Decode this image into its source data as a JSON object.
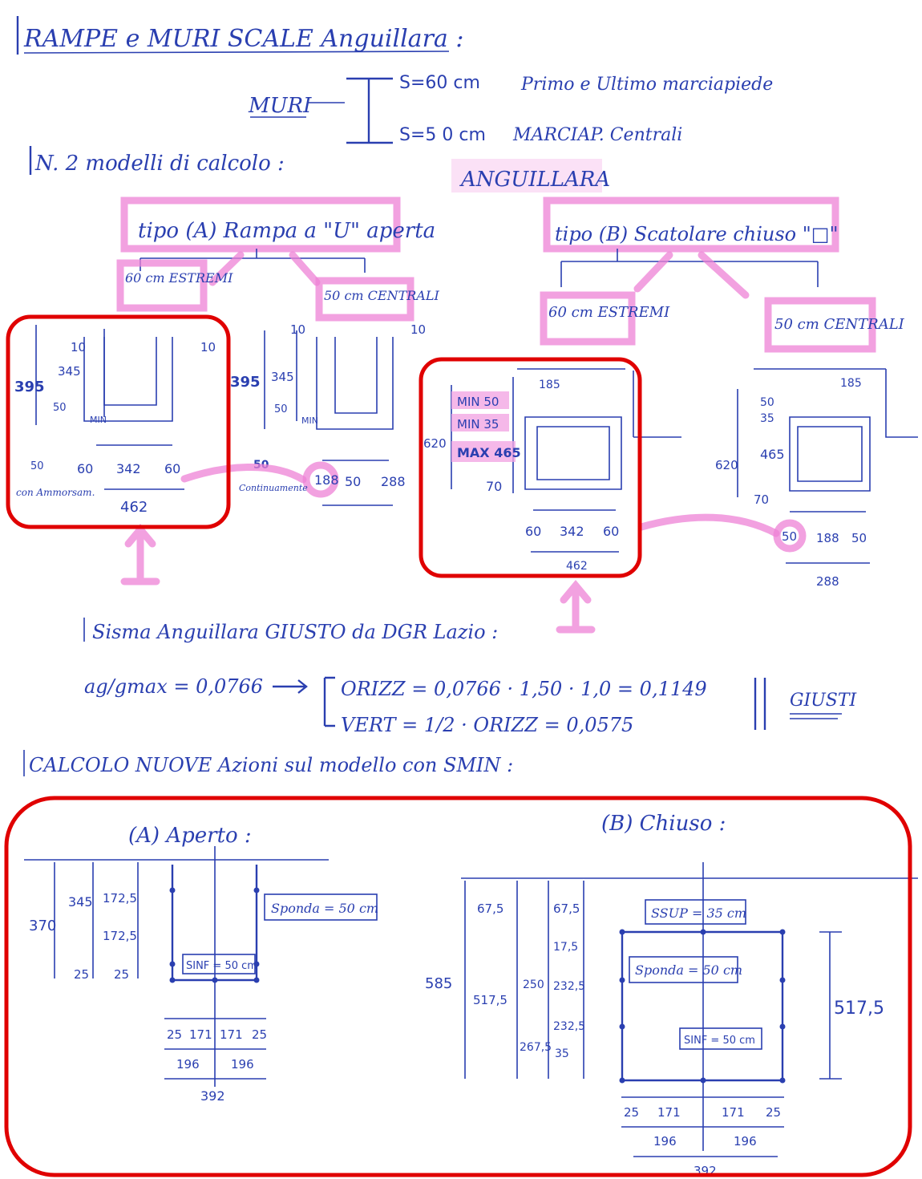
{
  "title": "RAMPE e MURI SCALE Anguillara :",
  "muri": {
    "label": "MURI",
    "line1_s": "S=60 cm",
    "line1_desc": "Primo e Ultimo marciapiede",
    "line2_s": "S=5 0 cm",
    "line2_desc": "MARCIAP. Centrali"
  },
  "section_models": "N. 2 modelli di calcolo :",
  "anguillara_box": "ANGUILLARA",
  "tipo_a": "tipo (A) Rampa a \"U\" aperta",
  "tipo_b": "tipo (B) Scatolare chiuso \"□\"",
  "a_left": {
    "box": "60 cm ESTREMI",
    "dims": [
      "10",
      "10",
      "345",
      "395",
      "50",
      "MIN",
      "50",
      "60",
      "342",
      "60",
      "462"
    ],
    "note": "con Ammorsam."
  },
  "a_right": {
    "box": "50 cm CENTRALI",
    "dims": [
      "10",
      "10",
      "345",
      "395",
      "50",
      "MIN",
      "50",
      "188",
      "50",
      "288"
    ],
    "note": "Continuamente"
  },
  "b_left": {
    "box": "60 cm ESTREMI",
    "dims": [
      "MIN 50",
      "MIN 35",
      "MAX 465",
      "620",
      "70",
      "60",
      "342",
      "60",
      "462",
      "185"
    ]
  },
  "b_right": {
    "box": "50 cm CENTRALI",
    "dims": [
      "50",
      "35",
      "465",
      "620",
      "70",
      "50",
      "188",
      "50",
      "288",
      "185"
    ]
  },
  "sisma": {
    "heading": "Sisma Anguillara GIUSTO da DGR Lazio :",
    "ag": "ag/gmax = 0,0766",
    "oriz": "ORIZZ = 0,0766 · 1,50 · 1,0 = 0,1149",
    "vert": "VERT = 1/2 · ORIZZ = 0,0575",
    "giusti": "GIUSTI"
  },
  "calcolo": "CALCOLO NUOVE Azioni sul modello con SMIN :",
  "model_a": {
    "title": "(A) Aperto :",
    "dims": [
      "370",
      "345",
      "172,5",
      "172,5",
      "25",
      "25",
      "25",
      "171",
      "171",
      "25",
      "196",
      "196",
      "392"
    ],
    "sponda": "Sponda = 50 cm",
    "sinf": "SINF = 50 cm"
  },
  "model_b": {
    "title": "(B) Chiuso :",
    "dims": [
      "585",
      "67,5",
      "517,5",
      "250",
      "267,5",
      "67,5",
      "17,5",
      "232,5",
      "232,5",
      "35",
      "517,5",
      "25",
      "171",
      "171",
      "25",
      "196",
      "196",
      "392"
    ],
    "ssup": "SSUP = 35 cm",
    "sponda": "Sponda = 50 cm",
    "sinf": "SINF = 50 cm"
  }
}
